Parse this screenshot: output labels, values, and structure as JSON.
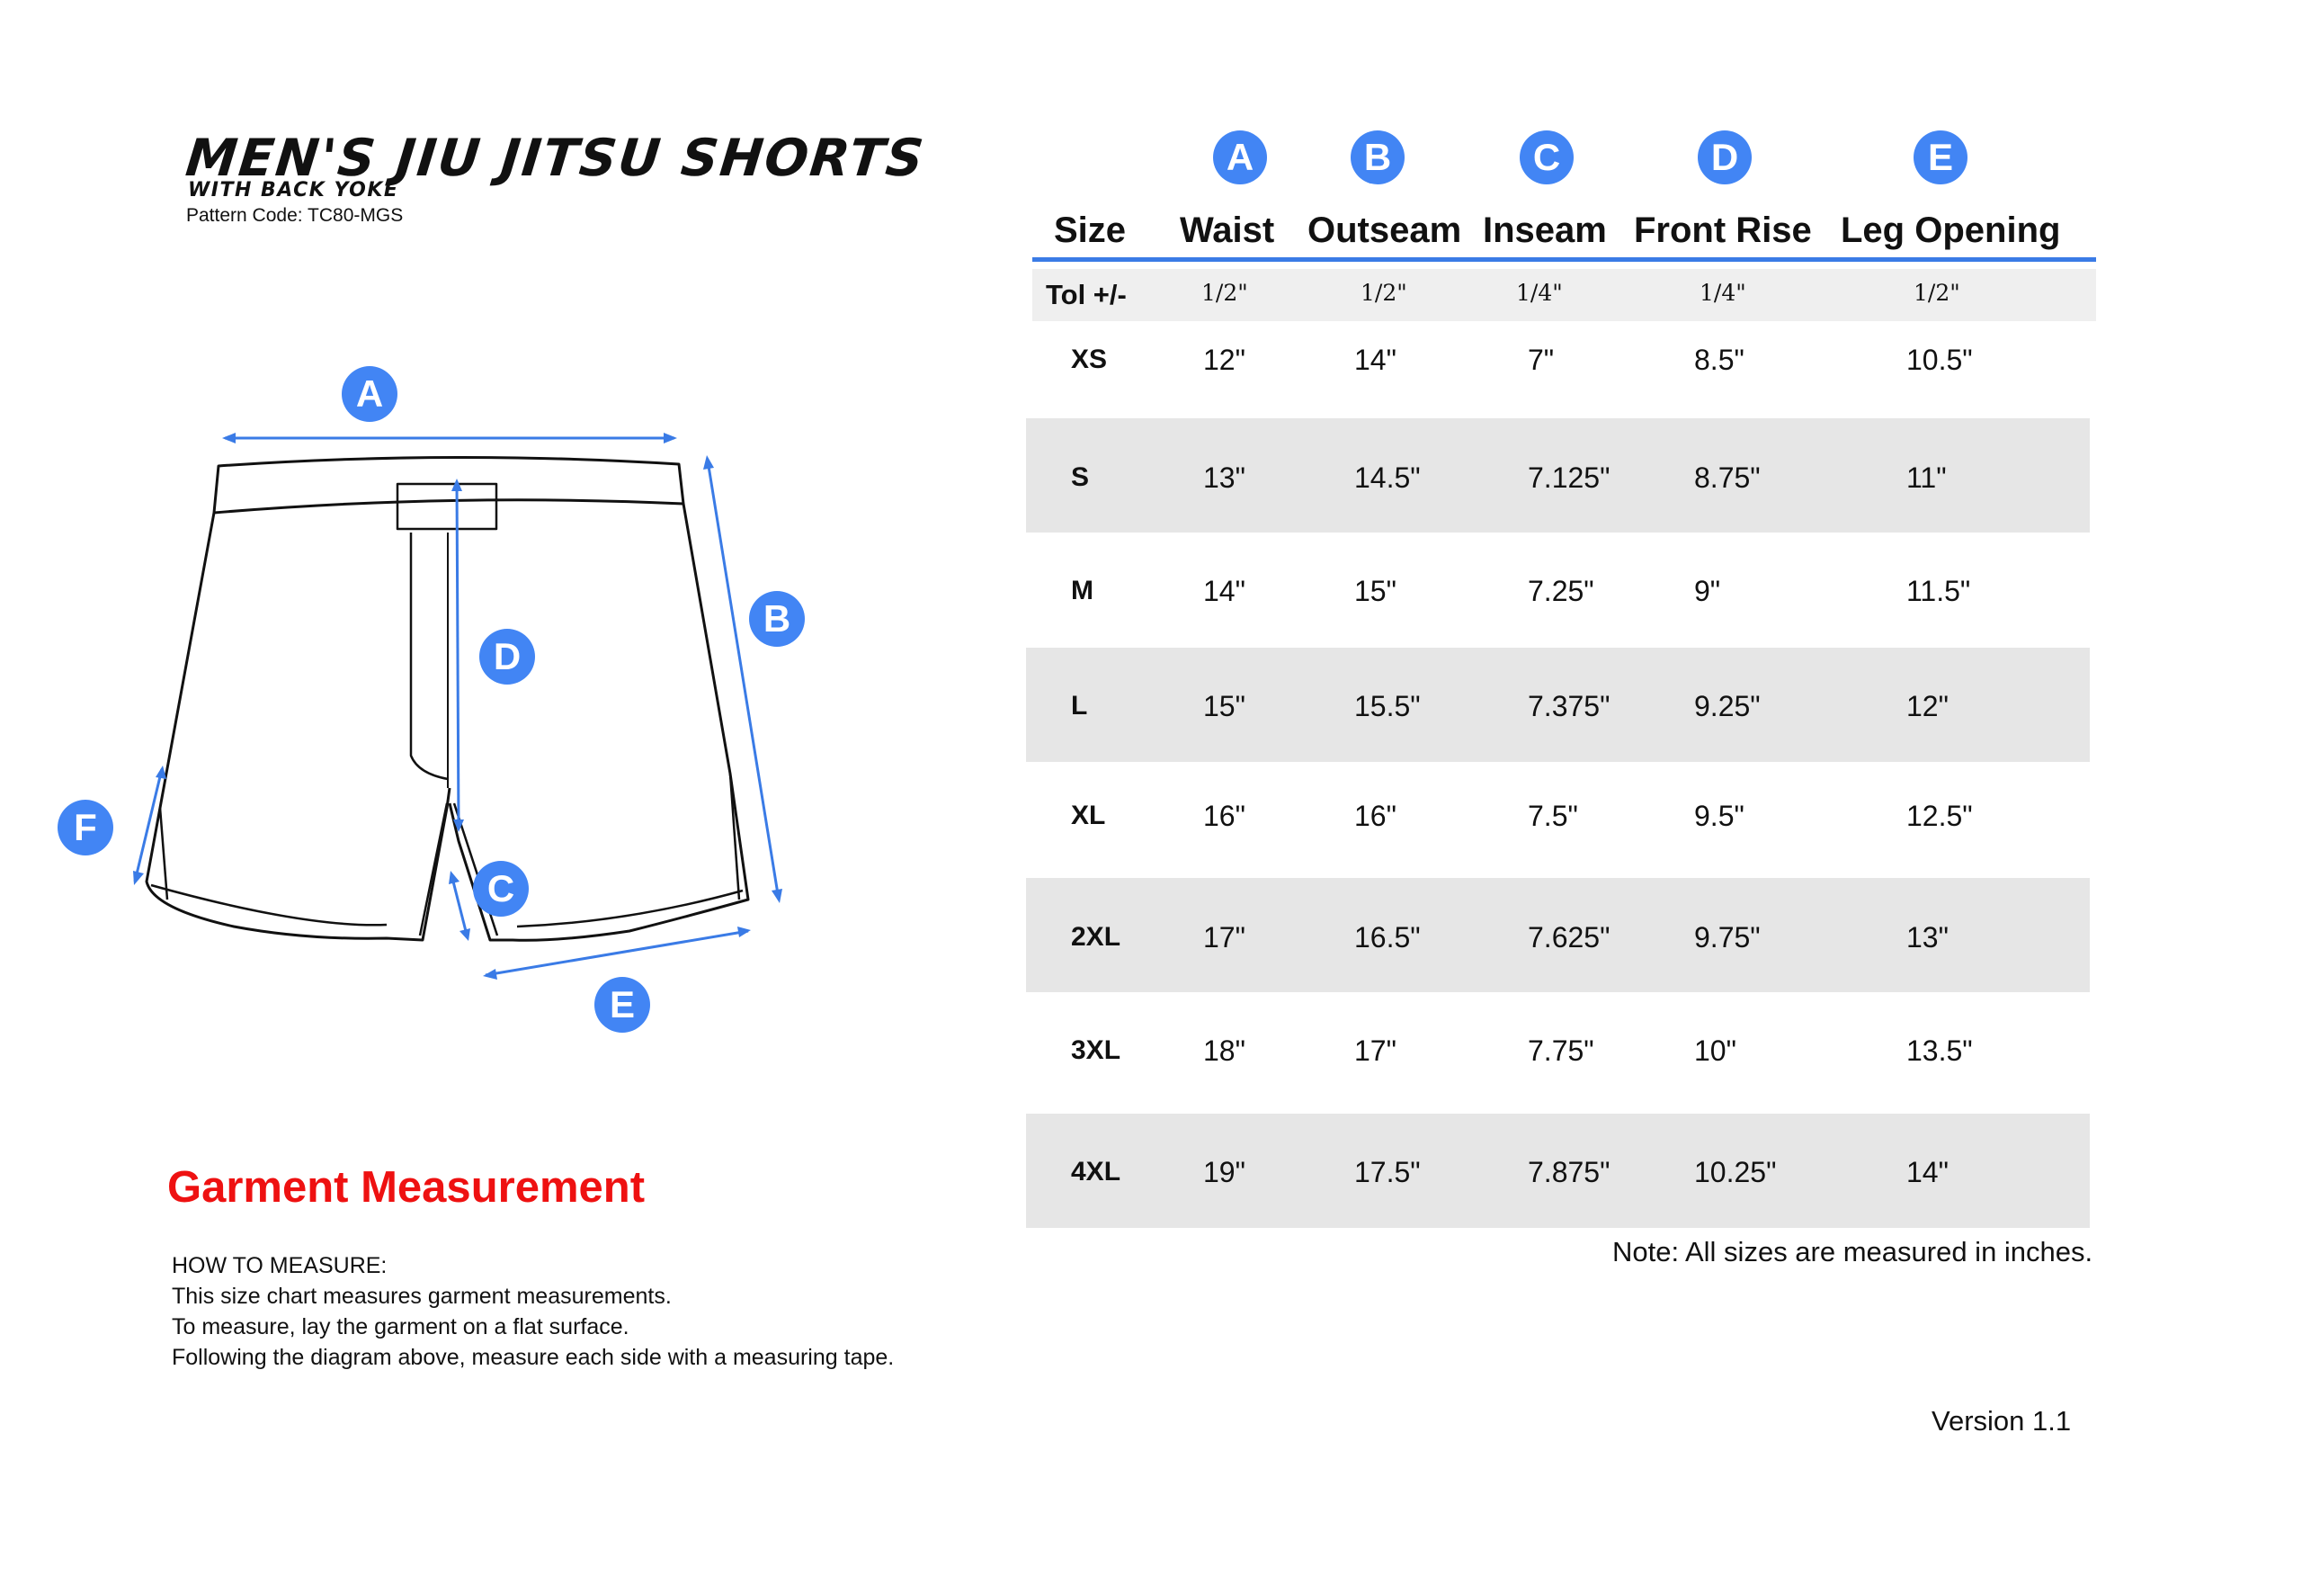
{
  "header": {
    "title": "MEN'S JIU JITSU SHORTS",
    "subtitle": "WITH BACK YOKE",
    "pattern_code": "Pattern Code: TC80-MGS"
  },
  "diagram": {
    "labels": [
      "A",
      "B",
      "C",
      "D",
      "E",
      "F"
    ],
    "accent_color": "#4285f4"
  },
  "section_title": "Garment Measurement",
  "how_to_measure": [
    "HOW TO MEASURE:",
    "This size chart measures garment measurements.",
    "To measure, lay the garment on a flat surface.",
    "Following the diagram above, measure each side with a measuring tape."
  ],
  "table": {
    "column_letters": [
      "A",
      "B",
      "C",
      "D",
      "E"
    ],
    "columns": [
      "Size",
      "Waist",
      "Outseam",
      "Inseam",
      "Front Rise",
      "Leg Opening"
    ],
    "tolerance": {
      "label": "Tol +/-",
      "values": [
        "1/2\"",
        "1/2\"",
        "1/4\"",
        "1/4\"",
        "1/2\""
      ]
    },
    "rows": [
      {
        "size": "XS",
        "values": [
          "12\"",
          "14\"",
          "7\"",
          "8.5\"",
          "10.5\""
        ]
      },
      {
        "size": "S",
        "values": [
          "13\"",
          "14.5\"",
          "7.125\"",
          "8.75\"",
          "11\""
        ]
      },
      {
        "size": "M",
        "values": [
          "14\"",
          "15\"",
          "7.25\"",
          "9\"",
          "11.5\""
        ]
      },
      {
        "size": "L",
        "values": [
          "15\"",
          "15.5\"",
          "7.375\"",
          "9.25\"",
          "12\""
        ]
      },
      {
        "size": "XL",
        "values": [
          "16\"",
          "16\"",
          "7.5\"",
          "9.5\"",
          "12.5\""
        ]
      },
      {
        "size": "2XL",
        "values": [
          "17\"",
          "16.5\"",
          "7.625\"",
          "9.75\"",
          "13\""
        ]
      },
      {
        "size": "3XL",
        "values": [
          "18\"",
          "17\"",
          "7.75\"",
          "10\"",
          "13.5\""
        ]
      },
      {
        "size": "4XL",
        "values": [
          "19\"",
          "17.5\"",
          "7.875\"",
          "10.25\"",
          "14\""
        ]
      }
    ],
    "note": "Note: All sizes are measured in inches."
  },
  "version": "Version 1.1",
  "colors": {
    "accent": "#4285f4",
    "title_red": "#ee1111",
    "row_shade": "#e6e6e6"
  }
}
